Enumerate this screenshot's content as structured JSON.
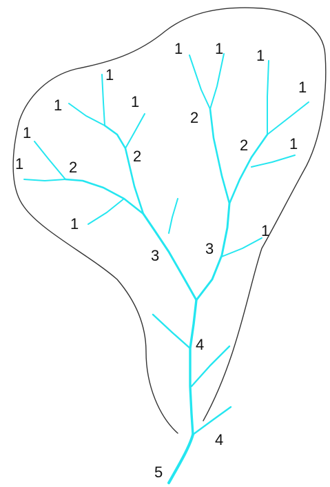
{
  "diagram": {
    "colors": {
      "stream": "#25e6f0",
      "boundary": "#333333",
      "label": "#111111",
      "background": "#ffffff"
    },
    "stream_order_labels": [
      "1",
      "1",
      "1",
      "1",
      "1",
      "1",
      "1",
      "1",
      "1",
      "1",
      "1",
      "1",
      "2",
      "2",
      "2",
      "2",
      "3",
      "3",
      "4",
      "4",
      "5"
    ]
  }
}
